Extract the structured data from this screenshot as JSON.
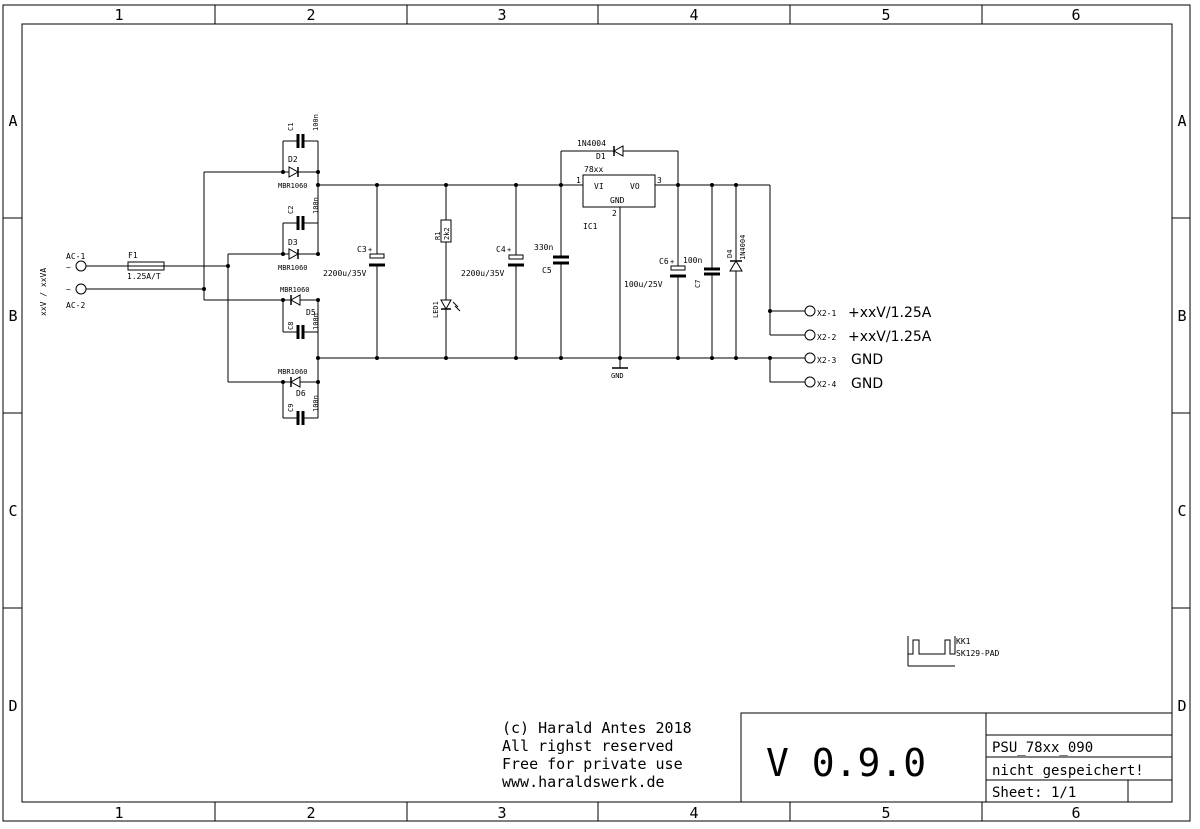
{
  "frame": {
    "columns": [
      "1",
      "2",
      "3",
      "4",
      "5",
      "6"
    ],
    "rows": [
      "A",
      "B",
      "C",
      "D"
    ]
  },
  "input": {
    "voltage_label": "xxV / xxVA",
    "ac1": "AC-1",
    "ac2": "AC-2",
    "tilde": "~"
  },
  "fuse": {
    "name": "F1",
    "value": "1.25A/T"
  },
  "bridge": [
    {
      "name": "D2",
      "value": "MBR1060"
    },
    {
      "name": "D3",
      "value": "MBR1060"
    },
    {
      "name": "D5",
      "value": "MBR1060"
    },
    {
      "name": "D6",
      "value": "MBR1060"
    }
  ],
  "snubbers": [
    {
      "name": "C1",
      "value": "100n"
    },
    {
      "name": "C2",
      "value": "100n"
    },
    {
      "name": "C8",
      "value": "100n"
    },
    {
      "name": "C9",
      "value": "100n"
    }
  ],
  "c3": {
    "name": "C3",
    "value": "2200u/35V",
    "plus": "+"
  },
  "r1": {
    "name": "R1",
    "value": "2k2"
  },
  "led": {
    "name": "LED1"
  },
  "c4": {
    "name": "C4",
    "value": "2200u/35V",
    "plus": "+"
  },
  "c5": {
    "name": "C5",
    "value": "330n"
  },
  "ic1": {
    "name": "IC1",
    "value": "78xx",
    "pin_vi": "VI",
    "pin_vo": "VO",
    "pin_gnd": "GND",
    "pin1": "1",
    "pin2": "2",
    "pin3": "3"
  },
  "d1": {
    "name": "D1",
    "value": "1N4004"
  },
  "gnd_symbol": "GND",
  "c6": {
    "name": "C6",
    "value": "100u/25V",
    "plus": "+"
  },
  "c7": {
    "name": "C7",
    "value": "100n"
  },
  "d4": {
    "name": "D4",
    "value": "1N4004"
  },
  "outputs": [
    {
      "pin": "X2-1",
      "label": "+xxV/1.25A"
    },
    {
      "pin": "X2-2",
      "label": "+xxV/1.25A"
    },
    {
      "pin": "X2-3",
      "label": "GND"
    },
    {
      "pin": "X2-4",
      "label": "GND"
    }
  ],
  "heatsink": {
    "name": "KK1",
    "value": "SK129-PAD"
  },
  "copyright": {
    "line1": "(c) Harald Antes 2018",
    "line2": "All righst reserved",
    "line3": "Free for private use",
    "line4": "www.haraldswerk.de"
  },
  "titleblock": {
    "version": "V 0.9.0",
    "drawing": "PSU_78xx_090",
    "status": "nicht gespeichert!",
    "sheet": "Sheet: 1/1"
  }
}
